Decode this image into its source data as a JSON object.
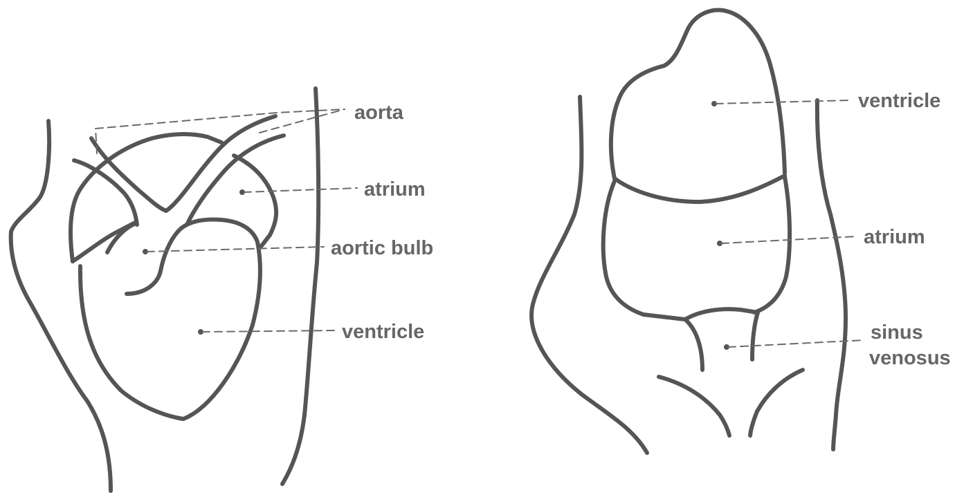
{
  "left_heart": {
    "labels": {
      "aorta": "aorta",
      "atrium": "atrium",
      "aortic_bulb": "aortic bulb",
      "ventricle": "ventricle"
    }
  },
  "right_heart": {
    "labels": {
      "ventricle": "ventricle",
      "atrium": "atrium",
      "sinus_venosus_line1": "sinus",
      "sinus_venosus_line2": "venosus"
    }
  },
  "colors": {
    "outline": "#555555",
    "label_text": "#666666",
    "leader_line": "#6a6a6a",
    "background": "#ffffff"
  }
}
